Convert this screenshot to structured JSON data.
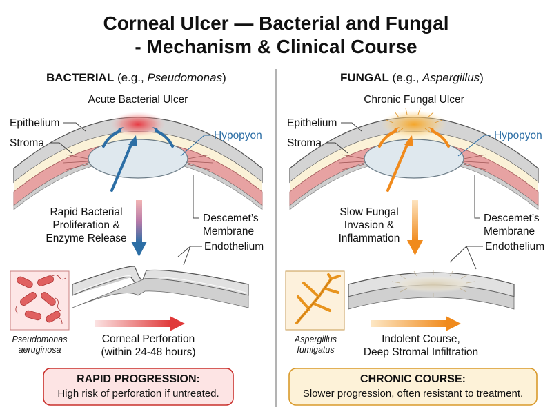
{
  "title": {
    "line1": "Corneal Ulcer — Bacterial and Fungal",
    "line2": "- Mechanism & Clinical Course"
  },
  "bacterial": {
    "header_bold": "BACTERIAL",
    "header_rest": " (e.g., ",
    "header_italic": "Pseudomonas",
    "header_close": ")",
    "ulcer_label": "Acute Bacterial Ulcer",
    "epithelium": "Epithelium",
    "stroma": "Stroma",
    "hypopyon": "Hypopyon",
    "mechanism": [
      "Rapid Bacterial",
      "Proliferation &",
      "Enzyme Release"
    ],
    "descemet": [
      "Descemet’s",
      "Membrane"
    ],
    "endothelium": "Endothelium",
    "organism": [
      "Pseudomonas",
      "aeruginosa"
    ],
    "outcome": [
      "Corneal Perforation",
      "(within 24-48 hours)"
    ],
    "box_title": "RAPID PROGRESSION:",
    "box_text": "High risk of perforation if untreated.",
    "accent_color": "#e03a3a",
    "arrow_color": "#2c6ea5"
  },
  "fungal": {
    "header_bold": "FUNGAL",
    "header_rest": " (e.g., ",
    "header_italic": "Aspergillus",
    "header_close": ")",
    "ulcer_label": "Chronic Fungal Ulcer",
    "epithelium": "Epithelium",
    "stroma": "Stroma",
    "hypopyon": "Hypopyon",
    "mechanism": [
      "Slow Fungal",
      "Invasion &",
      "Inflammation"
    ],
    "descemet": [
      "Descemet’s",
      "Membrane"
    ],
    "endothelium": "Endothelium",
    "organism": [
      "Aspergillus",
      "fumigatus"
    ],
    "outcome": [
      "Indolent Course,",
      "Deep Stromal Infiltration"
    ],
    "box_title": "CHRONIC COURSE:",
    "box_text": "Slower progression, often resistant to treatment.",
    "accent_color": "#f0a020",
    "arrow_color": "#f08a1c"
  }
}
